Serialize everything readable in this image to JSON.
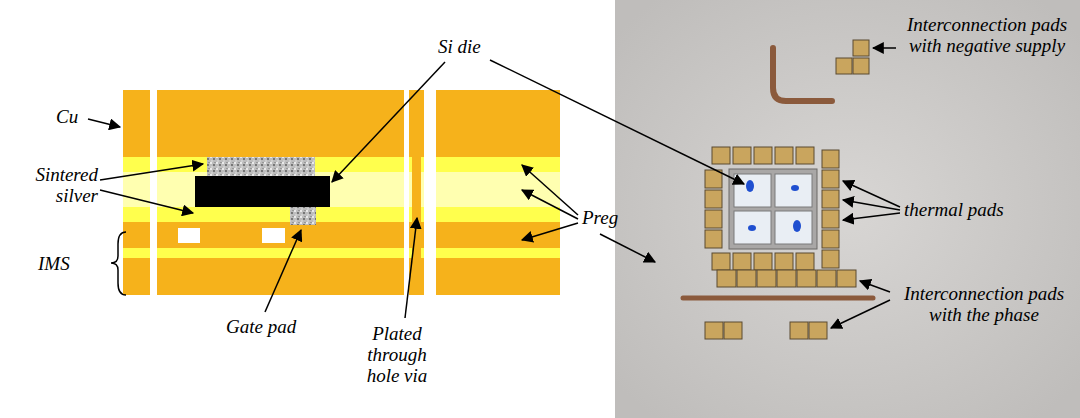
{
  "diagram": {
    "labels": [
      "Si die",
      "Interconnection pads with negative supply",
      "Cu",
      "Sintered silver",
      "thermal pads",
      "Preg",
      "IMS",
      "Interconnection pads with the phase",
      "Gate pad",
      "Plated through hole via"
    ]
  }
}
